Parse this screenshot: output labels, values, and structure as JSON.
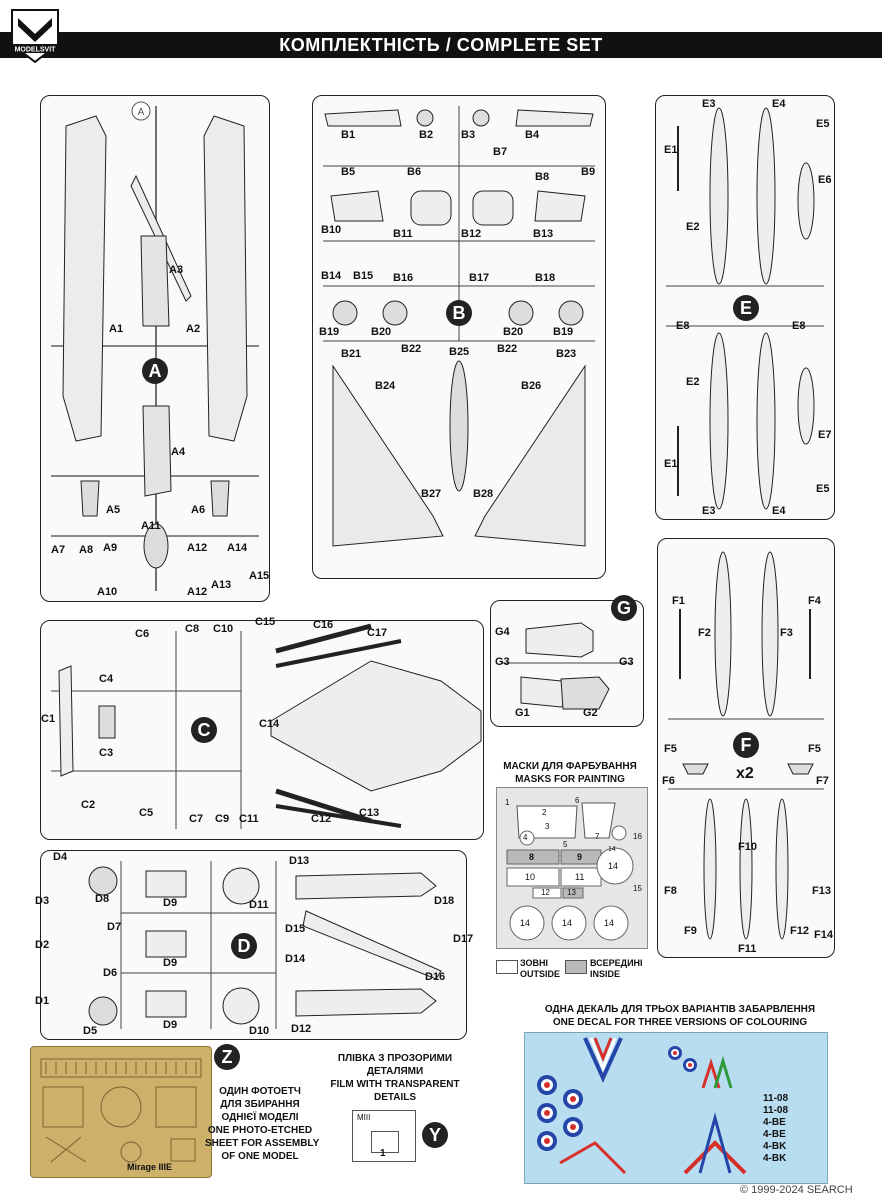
{
  "header": {
    "title": "КОМПЛЕКТНІСТЬ / COMPLETE SET",
    "brand": "MODELSVIT"
  },
  "sprue_a": {
    "letter": "A",
    "labels": [
      "A1",
      "A2",
      "A3",
      "A4",
      "A5",
      "A6",
      "A7",
      "A8",
      "A9",
      "A10",
      "A11",
      "A12",
      "A12",
      "A13",
      "A14",
      "A15"
    ]
  },
  "sprue_b": {
    "letter": "B",
    "labels": [
      "B1",
      "B2",
      "B3",
      "B4",
      "B5",
      "B6",
      "B7",
      "B8",
      "B9",
      "B10",
      "B11",
      "B12",
      "B13",
      "B14",
      "B15",
      "B16",
      "B17",
      "B18",
      "B19",
      "B20",
      "B20",
      "B19",
      "B21",
      "B22",
      "B22",
      "B23",
      "B24",
      "B25",
      "B26",
      "B27",
      "B28"
    ]
  },
  "sprue_c": {
    "letter": "C",
    "labels": [
      "C1",
      "C2",
      "C3",
      "C4",
      "C5",
      "C6",
      "C7",
      "C8",
      "C9",
      "C10",
      "C11",
      "C12",
      "C13",
      "C14",
      "C15",
      "C16",
      "C17"
    ]
  },
  "sprue_d": {
    "letter": "D",
    "labels": [
      "D1",
      "D2",
      "D3",
      "D4",
      "D5",
      "D6",
      "D7",
      "D8",
      "D9",
      "D9",
      "D9",
      "D10",
      "D11",
      "D12",
      "D13",
      "D14",
      "D15",
      "D16",
      "D17",
      "D18"
    ]
  },
  "sprue_e": {
    "letter": "E",
    "labels": [
      "E1",
      "E1",
      "E2",
      "E2",
      "E3",
      "E3",
      "E4",
      "E4",
      "E5",
      "E5",
      "E6",
      "E7",
      "E8",
      "E8"
    ]
  },
  "sprue_f": {
    "letter": "F",
    "count": "x2",
    "labels": [
      "F1",
      "F2",
      "F3",
      "F4",
      "F5",
      "F5",
      "F6",
      "F7",
      "F8",
      "F9",
      "F10",
      "F11",
      "F12",
      "F13",
      "F14"
    ]
  },
  "sprue_g": {
    "letter": "G",
    "labels": [
      "G1",
      "G2",
      "G3",
      "G3",
      "G4"
    ]
  },
  "masks": {
    "title_ua": "МАСКИ ДЛЯ ФАРБУВАННЯ",
    "title_en": "MASKS FOR PAINTING",
    "numbers": [
      "1",
      "2",
      "3",
      "4",
      "5",
      "6",
      "7",
      "8",
      "9",
      "10",
      "11",
      "12",
      "13",
      "14",
      "14",
      "14",
      "14",
      "14",
      "15",
      "16"
    ],
    "legend_outside_ua": "ЗОВНІ",
    "legend_outside_en": "OUTSIDE",
    "legend_inside_ua": "ВСЕРЕДИНІ",
    "legend_inside_en": "INSIDE"
  },
  "photoetch": {
    "letter": "Z",
    "plate_label": "Mirage IIIE",
    "caption_lines": [
      "ОДИН ФОТОЕТЧ",
      "ДЛЯ ЗБИРАННЯ",
      "ОДНІЄЇ МОДЕЛІ",
      "ONE PHOTO-ETCHED",
      "SHEET FOR ASSEMBLY",
      "OF ONE MODEL"
    ]
  },
  "clear_parts": {
    "letter": "Y",
    "caption_lines": [
      "ПЛІВКА З ПРОЗОРИМИ",
      "ДЕТАЛЯМИ",
      "FILM WITH TRANSPARENT",
      "DETAILS"
    ],
    "sheet_label": "MIII",
    "part_number": "1"
  },
  "decal": {
    "title_ua": "ОДНА ДЕКАЛЬ ДЛЯ ТРЬОХ ВАРІАНТІВ ЗАБАРВЛЕННЯ",
    "title_en": "ONE DECAL FOR THREE VERSIONS OF COLOURING",
    "codes": [
      "11-08",
      "11-08",
      "4-BE",
      "4-BE",
      "4-BK",
      "4-BK"
    ]
  },
  "watermark": "© 1999-2024 SEARCH",
  "colors": {
    "sprue_line": "#222222",
    "header_bg": "#111111",
    "photoetch": "#cdb06a",
    "decal_bg": "#b8ddf0",
    "roundel_red": "#d7302b",
    "roundel_blue": "#2446a8"
  }
}
